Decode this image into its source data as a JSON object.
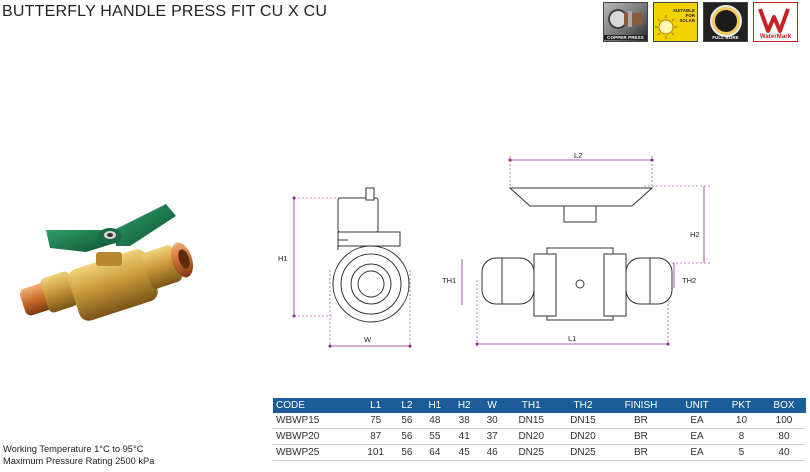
{
  "title": "BUTTERFLY HANDLE PRESS FIT CU X CU",
  "badges": [
    {
      "name": "copper-press",
      "caption": "COPPER PRESS"
    },
    {
      "name": "suitable-for-solar",
      "caption": "SUITABLE FOR SOLAR"
    },
    {
      "name": "full-bore",
      "caption": "FULL BORE"
    },
    {
      "name": "watermark",
      "caption": "WaterMark"
    }
  ],
  "dimensions": {
    "h1": "H1",
    "w": "W",
    "l2": "L2",
    "h2": "H2",
    "th1": "TH1",
    "th2": "TH2",
    "l1": "L1"
  },
  "specs": {
    "temp": "Working Temperature  1°C to 95°C",
    "pressure": "Maximum Pressure Rating  2500 kPa"
  },
  "table": {
    "headers": [
      "CODE",
      "L1",
      "L2",
      "H1",
      "H2",
      "W",
      "TH1",
      "TH2",
      "FINISH",
      "UNIT",
      "PKT",
      "BOX"
    ],
    "rows": [
      [
        "WBWP15",
        "75",
        "56",
        "48",
        "38",
        "30",
        "DN15",
        "DN15",
        "BR",
        "EA",
        "10",
        "100"
      ],
      [
        "WBWP20",
        "87",
        "56",
        "55",
        "41",
        "37",
        "DN20",
        "DN20",
        "BR",
        "EA",
        "8",
        "80"
      ],
      [
        "WBWP25",
        "101",
        "56",
        "64",
        "45",
        "46",
        "DN25",
        "DN25",
        "BR",
        "EA",
        "5",
        "40"
      ]
    ]
  },
  "colors": {
    "table_header": "#1a5d9a",
    "handle_green": "#1e7a4e",
    "brass": "#c89a3c",
    "dimension_line": "#8a2a8a"
  }
}
